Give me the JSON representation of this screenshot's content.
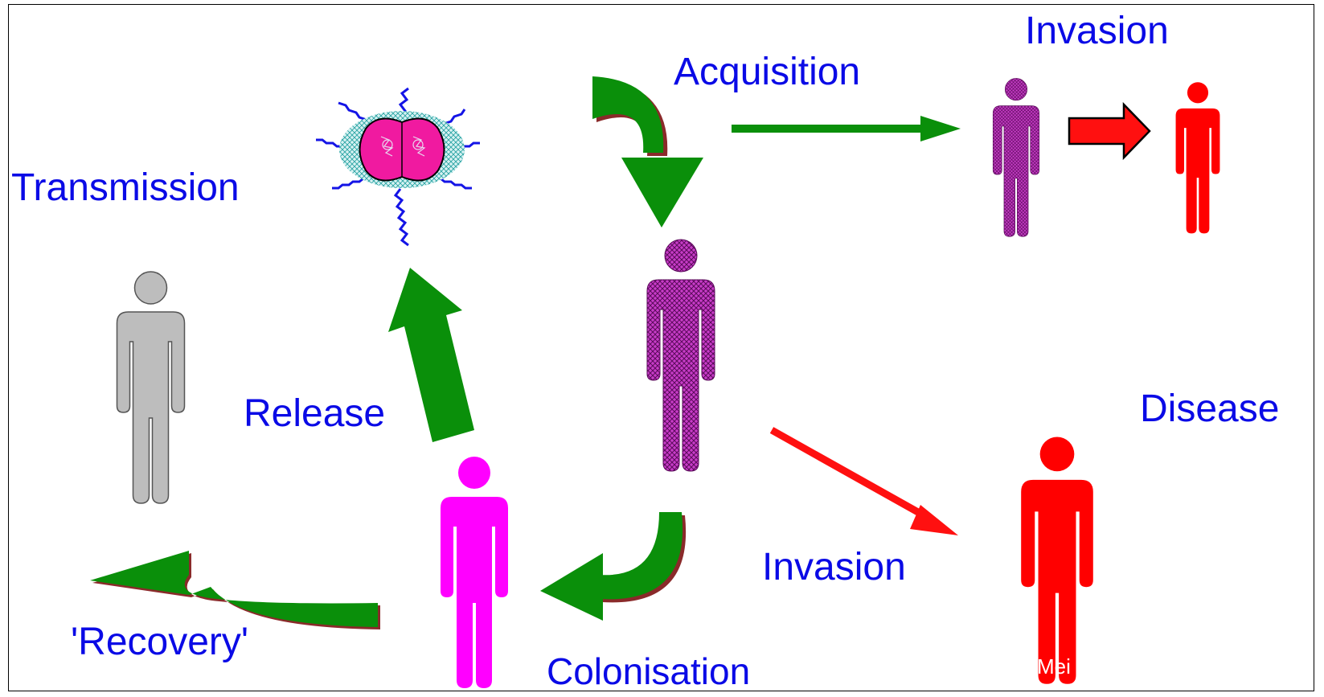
{
  "labels": {
    "transmission": "Transmission",
    "acquisition": "Acquisition",
    "invasion_top": "Invasion",
    "release": "Release",
    "disease": "Disease",
    "invasion_mid": "Invasion",
    "recovery": "'Recovery'",
    "colonisation": "Colonisation",
    "watermark": "Mei"
  },
  "colors": {
    "label_text": "#0a0ae6",
    "green_arrow": "#0a8f0a",
    "red_arrow": "#ff0000",
    "carrier_purple": "#b01fb0",
    "colonised_magenta": "#ff00ff",
    "disease_red": "#ff0000",
    "recovered_grey": "#bdbdbd",
    "bacterium_pink": "#f01aa0",
    "bacterium_capsule": "#22a0a0",
    "bacterium_pili": "#1414e6"
  },
  "figures": [
    {
      "id": "carrier-center",
      "state": "carrier",
      "fill": "hatched-purple"
    },
    {
      "id": "carrier-top-right",
      "state": "carrier",
      "fill": "hatched-purple"
    },
    {
      "id": "disease-top-right",
      "state": "disease",
      "fill": "red"
    },
    {
      "id": "disease-bottom-right",
      "state": "disease",
      "fill": "red"
    },
    {
      "id": "colonised-bottom",
      "state": "colonised",
      "fill": "magenta"
    },
    {
      "id": "recovered-left",
      "state": "recovered",
      "fill": "grey"
    }
  ]
}
